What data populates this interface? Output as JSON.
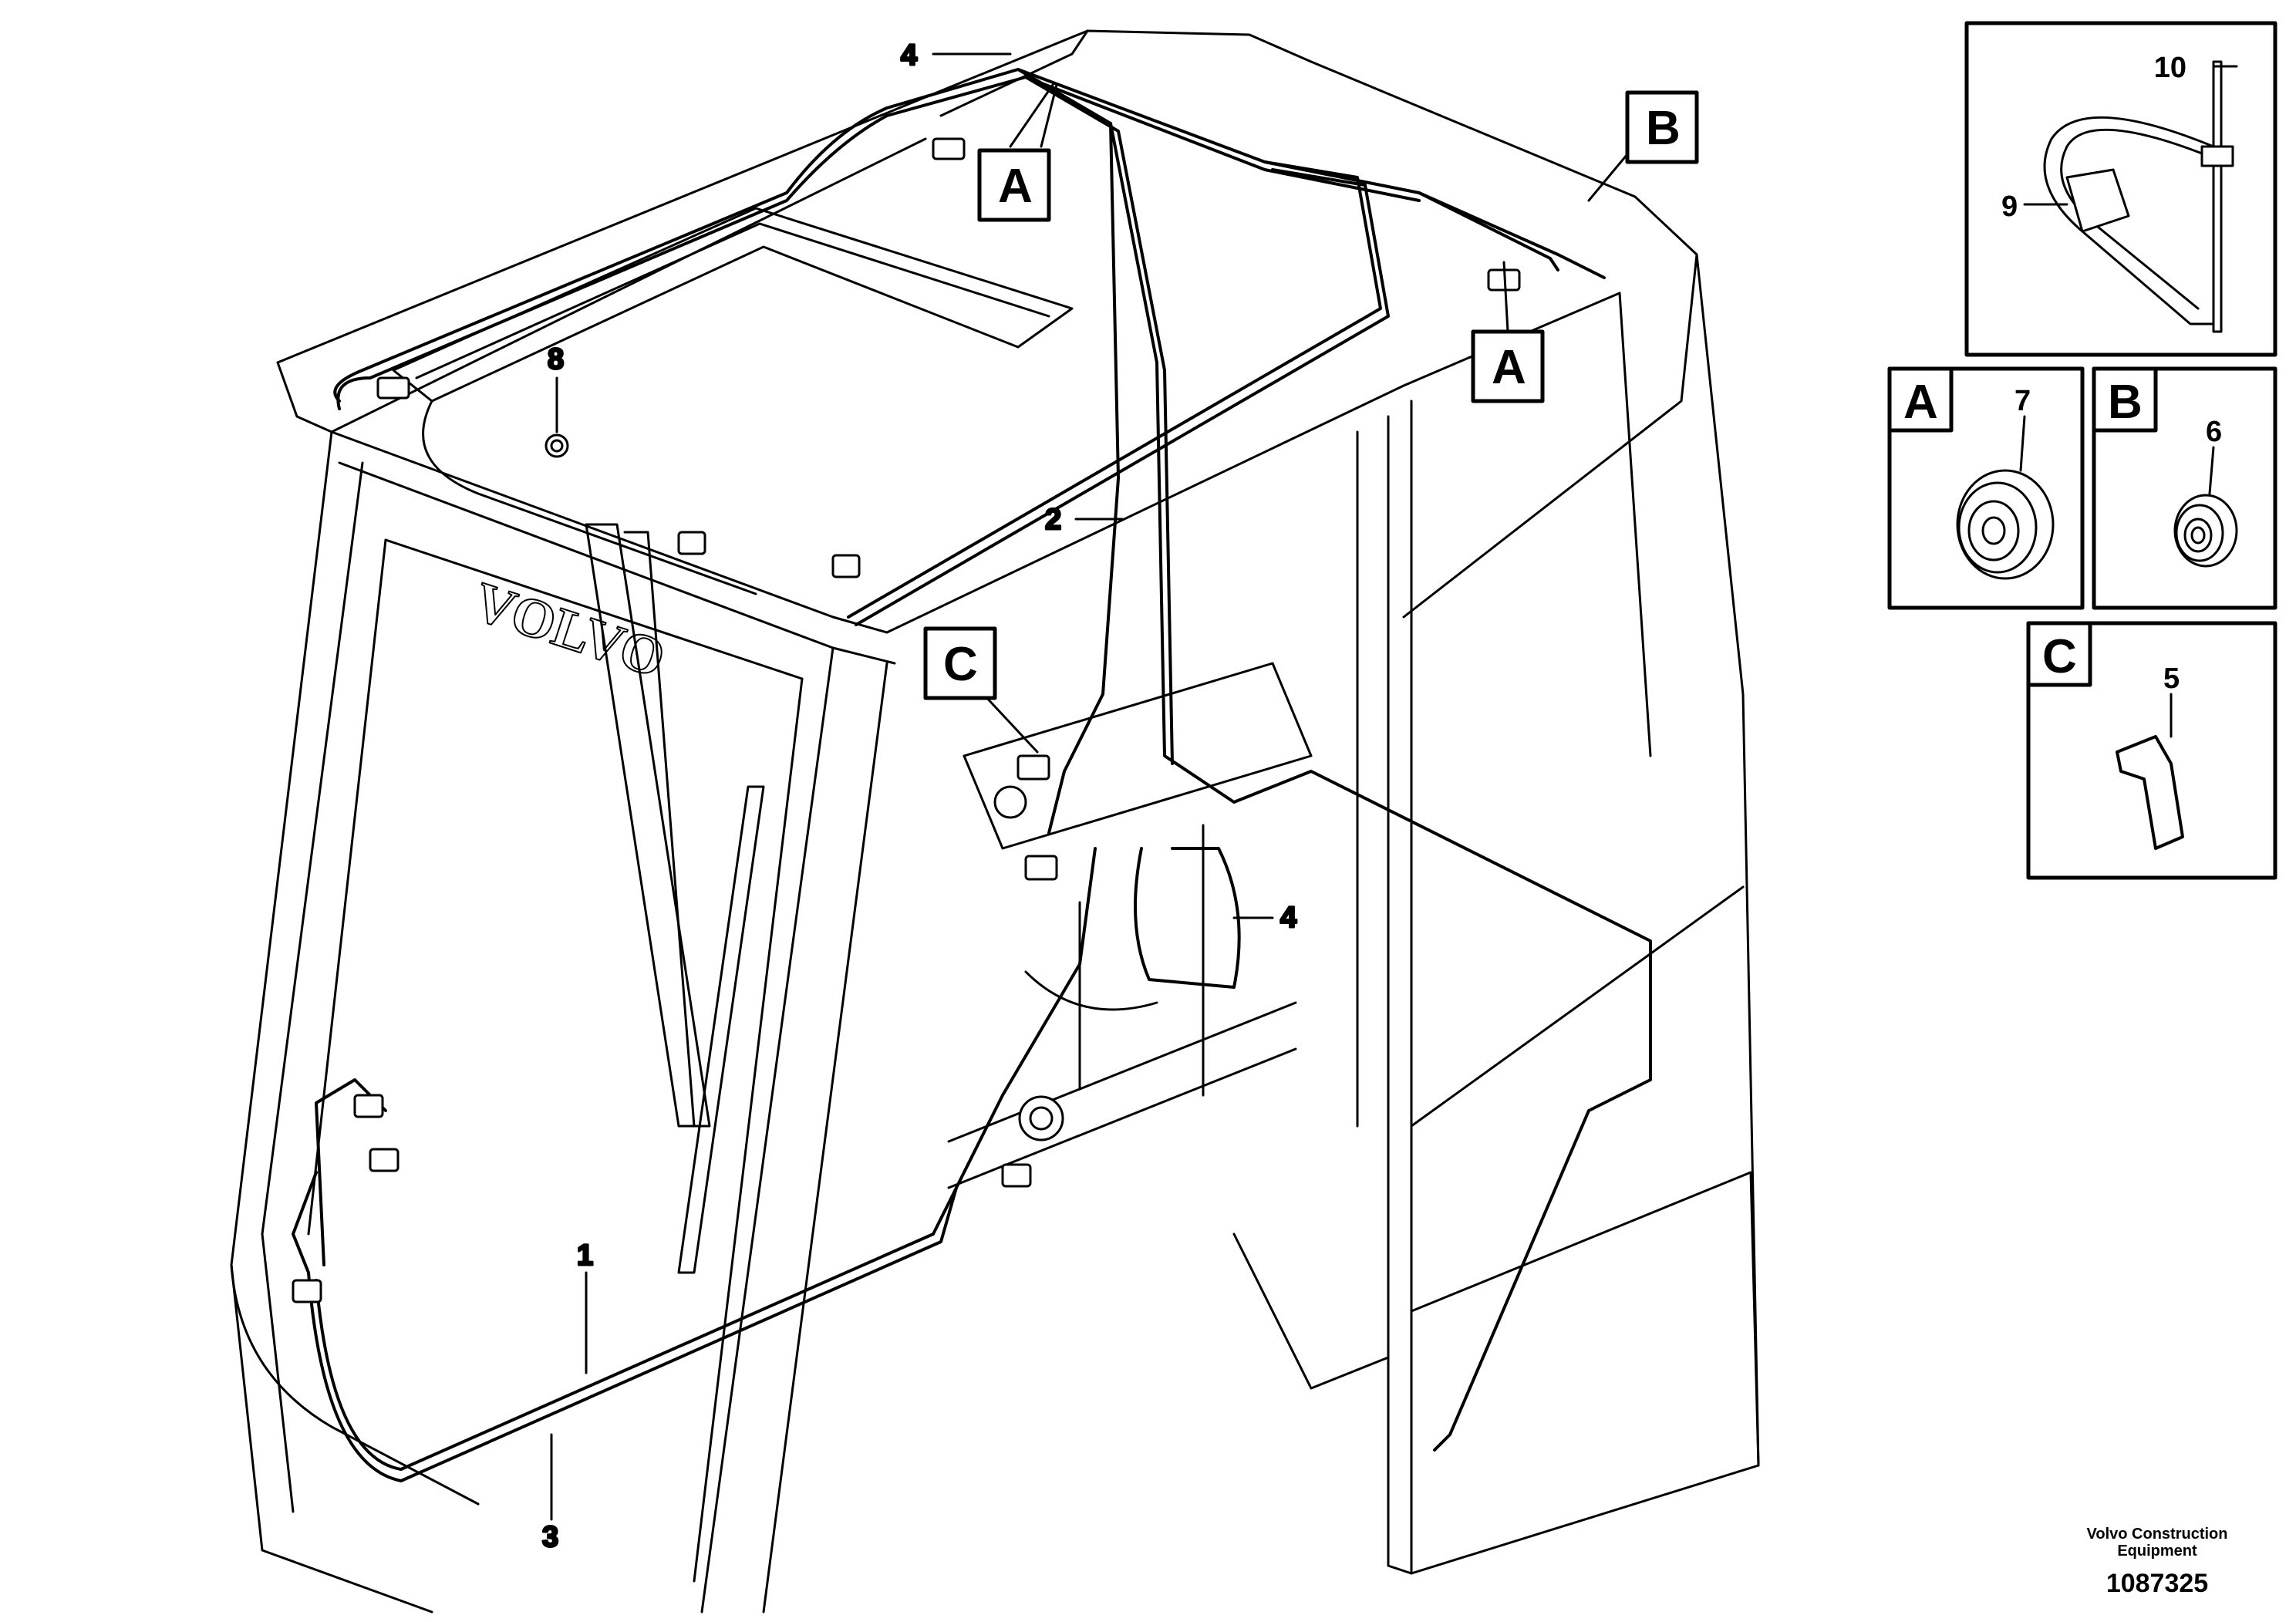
{
  "callouts": {
    "c1": "1",
    "c2": "2",
    "c3": "3",
    "c4_top": "4",
    "c4_mid": "4",
    "c5": "5",
    "c6": "6",
    "c7": "7",
    "c8": "8",
    "c9": "9",
    "c10": "10"
  },
  "refs": {
    "a_top": "A",
    "a_right": "A",
    "b_top": "B",
    "c_left": "C",
    "detail_a": "A",
    "detail_b": "B",
    "detail_c": "C"
  },
  "watermark": "VOLVO",
  "footer": {
    "line1": "Volvo Construction",
    "line2": "Equipment",
    "figure_number": "1087325"
  }
}
